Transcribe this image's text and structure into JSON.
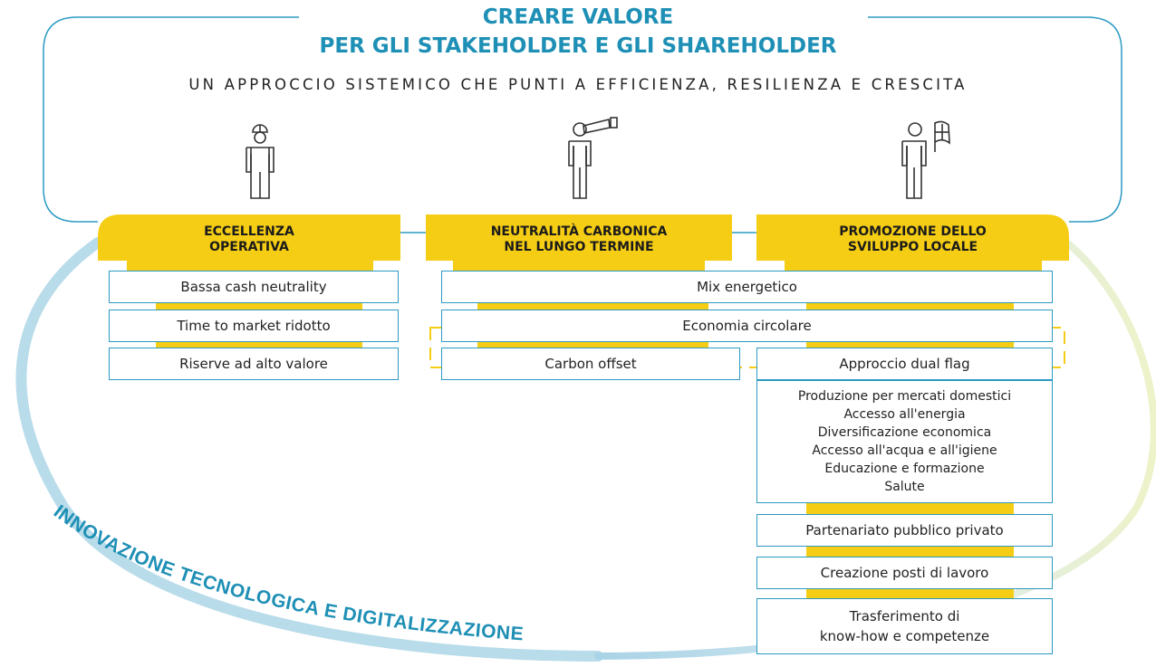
{
  "header": {
    "title_line1": "CREARE VALORE",
    "title_line2": "PER GLI STAKEHOLDER E GLI SHAREHOLDER",
    "subtitle": "UN APPROCCIO SISTEMICO CHE PUNTI A EFFICIENZA, RESILIENZA E CRESCITA"
  },
  "pillars": [
    {
      "line1": "ECCELLENZA",
      "line2": "OPERATIVA",
      "icon": "worker-helmet-icon"
    },
    {
      "line1": "NEUTRALITÀ CARBONICA",
      "line2": "NEL LUNGO TERMINE",
      "icon": "person-telescope-icon"
    },
    {
      "line1": "PROMOZIONE DELLO",
      "line2": "SVILUPPO LOCALE",
      "icon": "person-flag-icon"
    }
  ],
  "col1": [
    "Bassa cash neutrality",
    "Time to market ridotto",
    "Riserve ad alto valore"
  ],
  "shared": {
    "mix": "Mix energetico",
    "economia": "Economia circolare",
    "carbon": "Carbon offset",
    "dual": "Approccio dual flag"
  },
  "local_list": [
    "Produzione per mercati domestici",
    "Accesso all'energia",
    "Diversificazione economica",
    "Accesso all'acqua e all'igiene",
    "Educazione e formazione",
    "Salute"
  ],
  "col3": {
    "partnership": "Partenariato pubblico privato",
    "jobs": "Creazione posti di lavoro",
    "transfer_line1": "Trasferimento di",
    "transfer_line2": "know-how e competenze"
  },
  "arc_label": "INNOVAZIONE TECNOLOGICA E DIGITALIZZAZIONE",
  "colors": {
    "accent_blue": "#1e8fb5",
    "yellow": "#f5cd14",
    "box_border": "#2b9ac2"
  }
}
